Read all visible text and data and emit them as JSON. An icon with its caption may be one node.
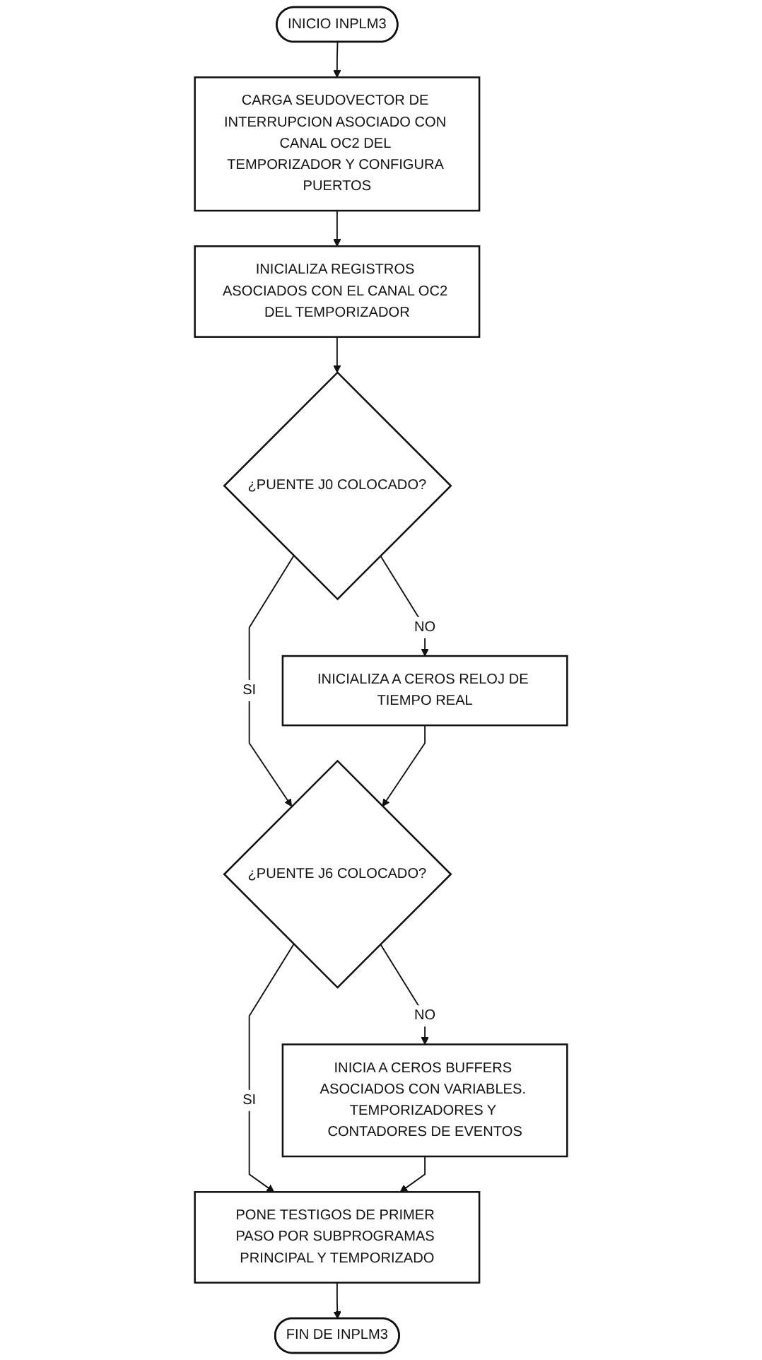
{
  "diagram": {
    "nodes": [
      {
        "text": [
          "INICIO INPLM3"
        ]
      },
      {
        "text": [
          "CARGA SEUDOVECTOR DE INTERRUPCION ASOCIADO CON CANAL OC2 DEL TEMPORIZADOR Y CONFIGURA PUERTOS"
        ]
      },
      {
        "text": [
          "INICIALIZA REGISTROS ASOCIADOS CON EL CANAL OC2 DEL TEMPORIZADOR"
        ]
      },
      {
        "text": [
          "¿PUENTE J0 COLOCADO?"
        ]
      },
      {
        "text": [
          "INICIALIZA A CEROS RELOJ DE TIEMPO REAL"
        ]
      },
      {
        "text": [
          "¿PUENTE J6 COLOCADO?"
        ]
      },
      {
        "text": [
          "INICIA A CEROS BUFFERS ASOCIADOS CON VARIABLES. TEMPORIZADORES Y CONTADORES DE EVENTOS"
        ]
      },
      {
        "text": [
          "PONE TESTIGOS DE PRIMER PASO POR SUBPROGRAMAS PRINCIPAL Y TEMPORIZADO"
        ]
      },
      {
        "text": [
          "FIN DE INPLM3"
        ]
      }
    ],
    "edges": [
      {
        "from": 0,
        "to": 1,
        "arrow": "to"
      },
      {
        "from": 1,
        "to": 2,
        "arrow": "to"
      },
      {
        "from": 2,
        "to": 3,
        "arrow": "to"
      },
      {
        "from": 3,
        "to": 4,
        "arrow": "to",
        "label": "NO"
      },
      {
        "from": 3,
        "to": 5,
        "arrow": "to",
        "label": "SI"
      },
      {
        "from": 4,
        "to": 5,
        "arrow": "to"
      },
      {
        "from": 5,
        "to": 6,
        "arrow": "to",
        "label": "NO"
      },
      {
        "from": 5,
        "to": 7,
        "arrow": "to",
        "label": "SI"
      },
      {
        "from": 6,
        "to": 7,
        "arrow": "to"
      },
      {
        "from": 7,
        "to": 8,
        "arrow": "to"
      }
    ]
  }
}
